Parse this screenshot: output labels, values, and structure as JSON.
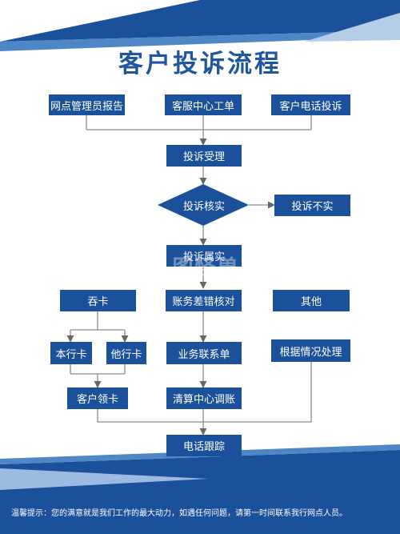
{
  "title": "客户投诉流程",
  "sources": {
    "branch_report": "网点管理员报告",
    "service_ticket": "客服中心工单",
    "phone_complaint": "客户电话投诉"
  },
  "nodes": {
    "accept": "投诉受理",
    "verify": "投诉核实",
    "not_true": "投诉不实",
    "confirmed": "投诉属实",
    "card_swallowed": "吞卡",
    "account_error": "账务差错核对",
    "other": "其他",
    "own_bank_card": "本行卡",
    "other_bank_card": "他行卡",
    "business_contact": "业务联系单",
    "handle_by_case": "根据情况处理",
    "customer_collect_card": "客户领卡",
    "clearing_adjust": "清算中心调账",
    "phone_follow_up": "电话跟踪"
  },
  "footer": "温馨提示：您的满意就是我们工作的最大动力，如遇任何问题，请第一时间联系我行网点人员。",
  "colors": {
    "box": "#1b519b",
    "title": "#1f56a0",
    "line": "#8a8a8a",
    "header_band": "#1b519b"
  }
}
